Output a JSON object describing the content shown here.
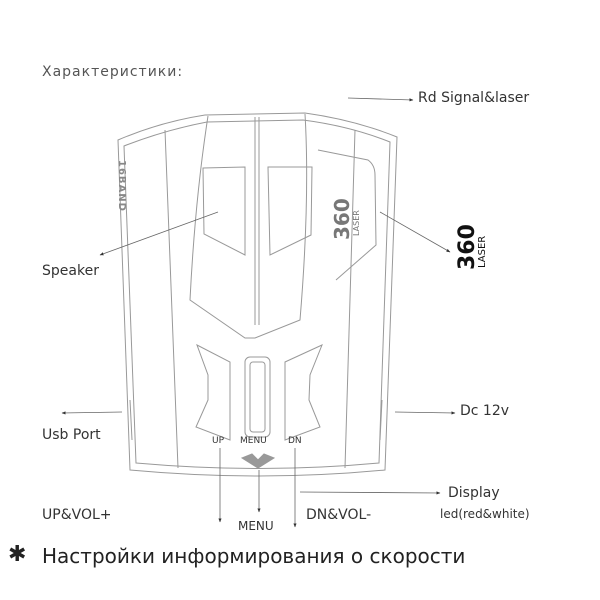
{
  "heading": "Характеристики:",
  "labels": {
    "rd_signal": "Rd Signal&laser",
    "speaker": "Speaker",
    "usb_port": "Usb Port",
    "dc": "Dc  12v",
    "up_vol": "UP&VOL+",
    "menu": "MENU",
    "dn_vol": "DN&VOL-",
    "display": "Display",
    "display_sub": "led(red&white)"
  },
  "device": {
    "band_text": "16BAND",
    "logo_number": "360",
    "logo_text": "LASER",
    "btn_up": "UP",
    "btn_menu": "MENU",
    "btn_dn": "DN"
  },
  "footer": {
    "bullet": "✱",
    "text": "Настройки информирования о скорости"
  }
}
